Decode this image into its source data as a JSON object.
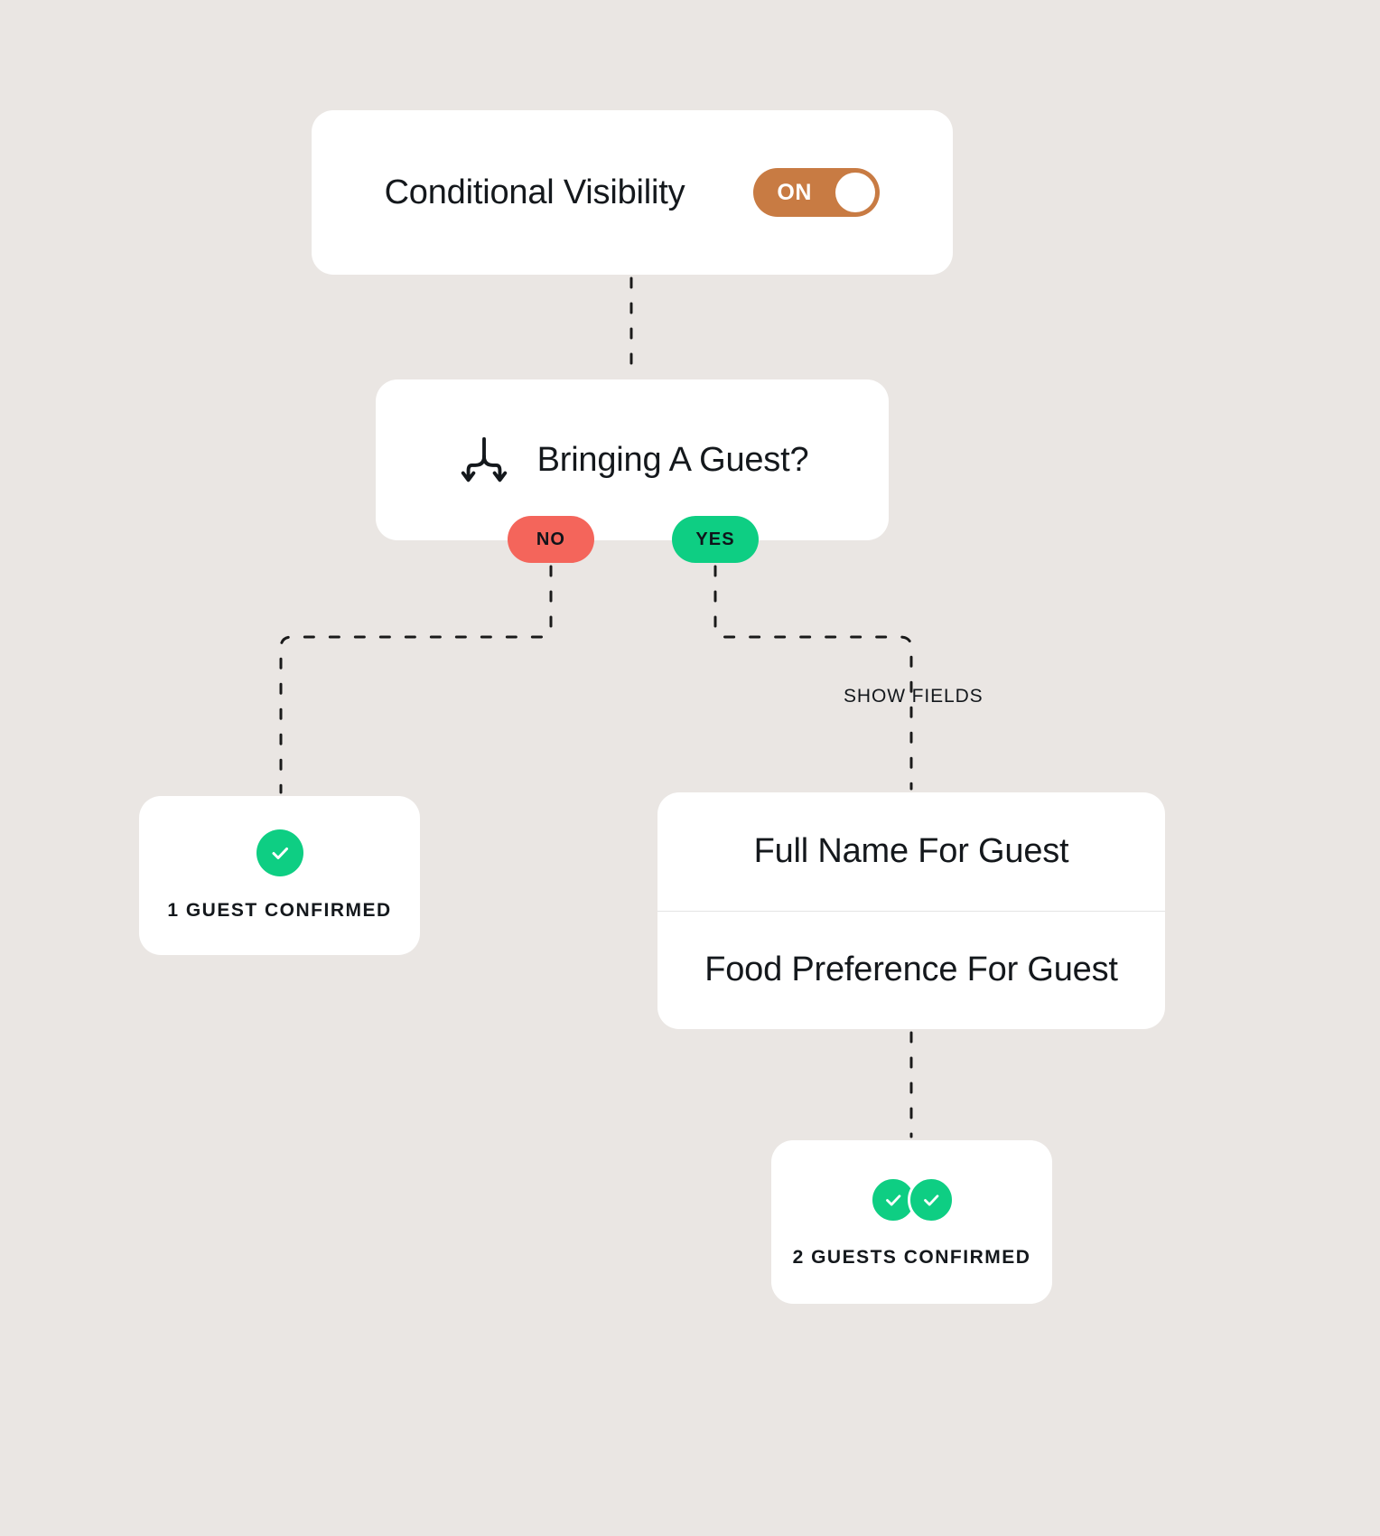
{
  "theme": {
    "background": "#EAE6E3",
    "card_background": "#FFFFFF",
    "text_color": "#14181C",
    "accent_toggle": "#C87B43",
    "accent_yes": "#0ECE83",
    "accent_no": "#F4655B",
    "wire_color": "#1A1A1A"
  },
  "nodes": {
    "visibility": {
      "title": "Conditional Visibility",
      "toggle": {
        "label": "ON",
        "state": "on"
      }
    },
    "question": {
      "title": "Bringing A Guest?",
      "icon": "branch-split-icon",
      "branches": [
        {
          "label": "NO",
          "color": "#F4655B"
        },
        {
          "label": "YES",
          "color": "#0ECE83"
        }
      ]
    },
    "one_guest": {
      "icon": "check-circle-icon",
      "text": "1 GUEST CONFIRMED"
    },
    "guest_fields": {
      "rows": [
        {
          "label": "Full Name For Guest"
        },
        {
          "label": "Food Preference For Guest"
        }
      ]
    },
    "two_guests": {
      "icons": [
        "check-circle-icon",
        "check-circle-icon"
      ],
      "text": "2 GUESTS CONFIRMED"
    }
  },
  "edges": {
    "show_fields_label": "SHOW FIELDS"
  }
}
